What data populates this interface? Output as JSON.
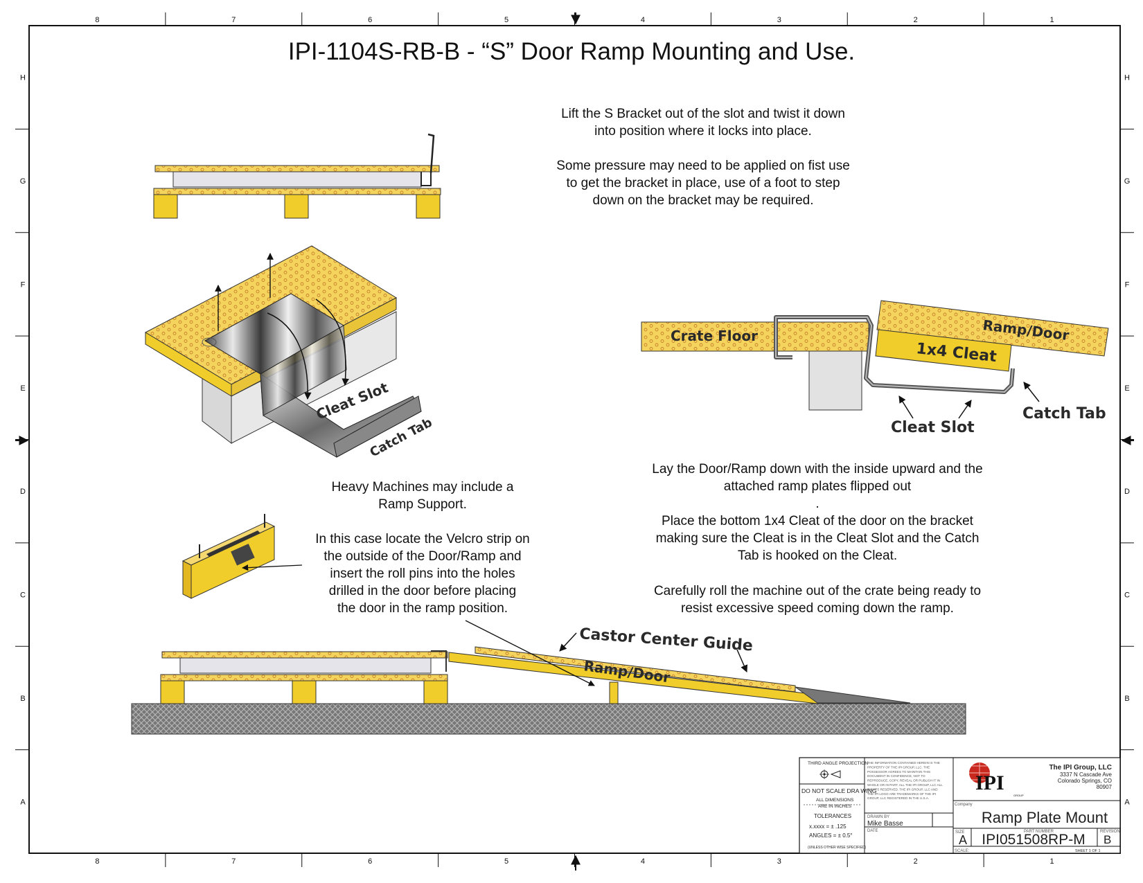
{
  "title": "IPI-1104S-RB-B - “S” Door Ramp Mounting and Use.",
  "border": {
    "columns": [
      "8",
      "7",
      "6",
      "5",
      "4",
      "3",
      "2",
      "1"
    ],
    "rows": [
      "H",
      "G",
      "F",
      "E",
      "D",
      "C",
      "B",
      "A"
    ]
  },
  "instructions": {
    "lift": [
      "Lift the S Bracket out of the slot and twist it down",
      "into position where it locks into place."
    ],
    "pressure": [
      "Some pressure may need to be applied on fist use",
      "to get the bracket in place, use of a foot to step",
      "down on the bracket may be required."
    ],
    "heavy": [
      "Heavy Machines may  include a",
      "Ramp Support."
    ],
    "velcro": [
      "In this case locate the Velcro strip on",
      "the outside of the Door/Ramp and",
      "insert the roll pins into the holes",
      "drilled in the door before placing",
      "the door in the ramp position."
    ],
    "lay": [
      "Lay the Door/Ramp down with the inside upward and the",
      "attached ramp plates flipped out",
      "."
    ],
    "place": [
      "Place the bottom 1x4 Cleat of the door on the bracket",
      "making sure the  Cleat is in the Cleat Slot and the Catch",
      "Tab is hooked on the Cleat."
    ],
    "roll": [
      "Carefully roll the machine out of the crate being ready to",
      "resist excessive speed coming down the ramp."
    ]
  },
  "labels": {
    "cleat_slot": "Cleat Slot",
    "catch_tab": "Catch Tab",
    "crate_floor": "Crate Floor",
    "ramp_door": "Ramp/Door",
    "cleat_1x4": "1x4 Cleat",
    "castor_guide": "Castor Center Guide"
  },
  "title_block": {
    "projection": "THIRD  ANGLE PROJECTION",
    "do_not_scale": "DO NOT   SCALE DRA   WING",
    "dimensions": [
      "ALL  DIMENSIONS",
      "ARE IN INCHES"
    ],
    "tolerances_heading": "TOLERANCES",
    "tol_linear": "x.xxxx = ± .125",
    "tol_angles": "ANGLES = ± 0.5°",
    "unless": "(UNLESS OTHER    WISE SPECIFIED)",
    "notice": [
      "THE INFORMATION CONTAINED HEREIN IS THE",
      "PROPERTY OF THE IPI GROUP, LLC. THE",
      "POSSESSOR AGREES TO MAINTAIN THIS",
      "DOCUMENT IN CONFIDENCE, NOT TO",
      "REPRODUCE, COPY, REVEAL OR PUBLISH IT IN",
      "WHOLE OR IN PART. ALL THE IPI GROUP, LLC ALL",
      "RIGHTS RESERVED. THE IPI GROUP, LLC AND",
      "THE IPI LOGO ARE TRADEMARKS OF THE IPI",
      "GROUP, LLC REGISTERED IN THE U.S.A."
    ],
    "drawn_by_label": "DRAWN BY",
    "drawn_by": "Mike Basse",
    "date_label": "DATE",
    "company_label": "Company",
    "company": "The IPI Group, LLC",
    "address": [
      "3337 N Cascade Ave",
      "Colorado Springs, CO",
      "80907"
    ],
    "logo_text": "IPI",
    "logo_sub": "GROUP",
    "drawing_title": "Ramp Plate Mount",
    "size_label": "SIZE",
    "size": "A",
    "part_label": "PART NUMBER",
    "part_number": "IPI051508RP-M",
    "rev_label": "REVISION",
    "revision": "B",
    "scale_label": "SCALE:",
    "sheet": "SHEET    1   OF   1"
  }
}
